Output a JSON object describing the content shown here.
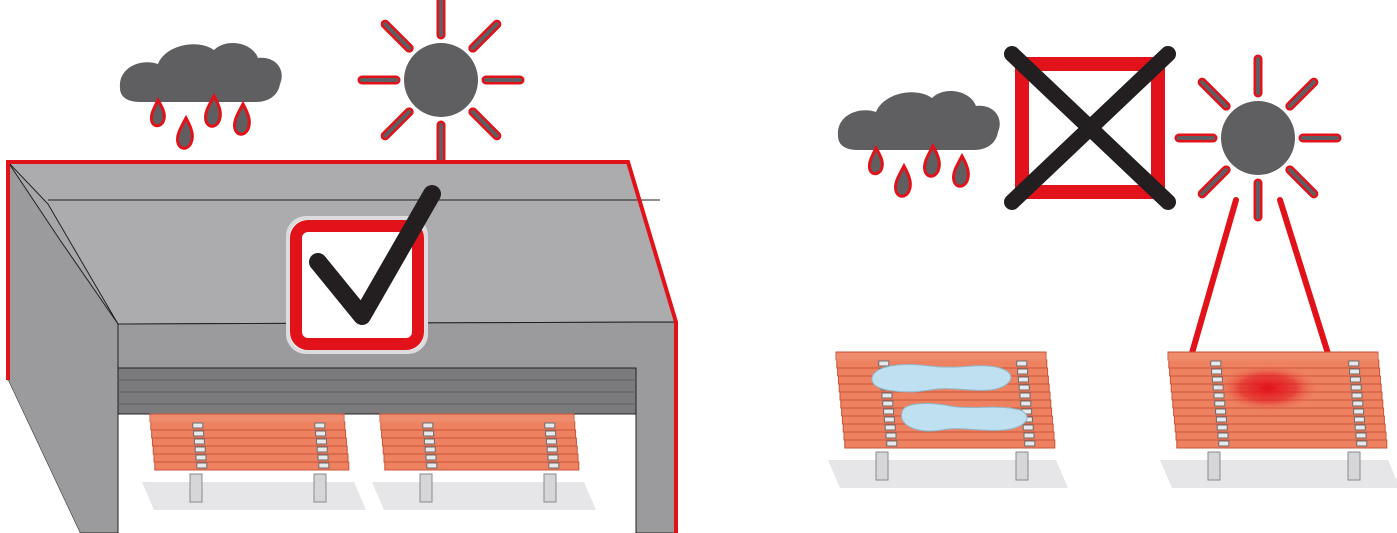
{
  "illustration": {
    "colors": {
      "accent_red": "#e2121b",
      "dark_gray": "#5f5f61",
      "roof_gray": "#acacae",
      "wall_gray": "#9b9b9d",
      "board_orange": "#ee8160",
      "board_edge": "#c9553a",
      "water_blue": "#bfe0f0",
      "shadow_gray": "#e6e6e8",
      "cross_black": "#231f20"
    },
    "left_panel": {
      "icons": [
        "rain-cloud-icon",
        "sun-icon",
        "checkmark-icon"
      ],
      "stacks": 2,
      "meaning": "correct"
    },
    "right_panel": {
      "icons": [
        "rain-cloud-icon",
        "cross-icon",
        "sun-icon"
      ],
      "stacks": 2,
      "meaning": "wrong"
    }
  }
}
